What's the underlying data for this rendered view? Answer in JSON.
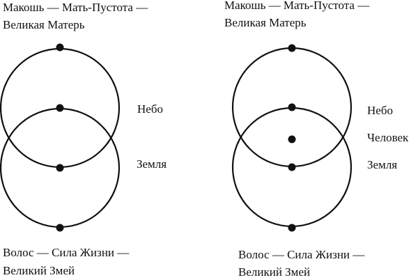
{
  "left": {
    "top_caption": [
      "Макошь — Мать-Пустота —",
      "Великая Матерь"
    ],
    "labels": {
      "sky": "Небо",
      "earth": "Земля"
    },
    "bottom_caption": [
      "Волос — Сила Жизни —",
      "Великий Змей"
    ]
  },
  "right": {
    "top_caption": [
      "Макошь — Мать-Пустота —",
      "Великая Матерь"
    ],
    "labels": {
      "sky": "Небо",
      "human": "Человек",
      "earth": "Земля"
    },
    "bottom_caption": [
      "Волос — Сила Жизни —",
      "Великий Змей"
    ]
  }
}
